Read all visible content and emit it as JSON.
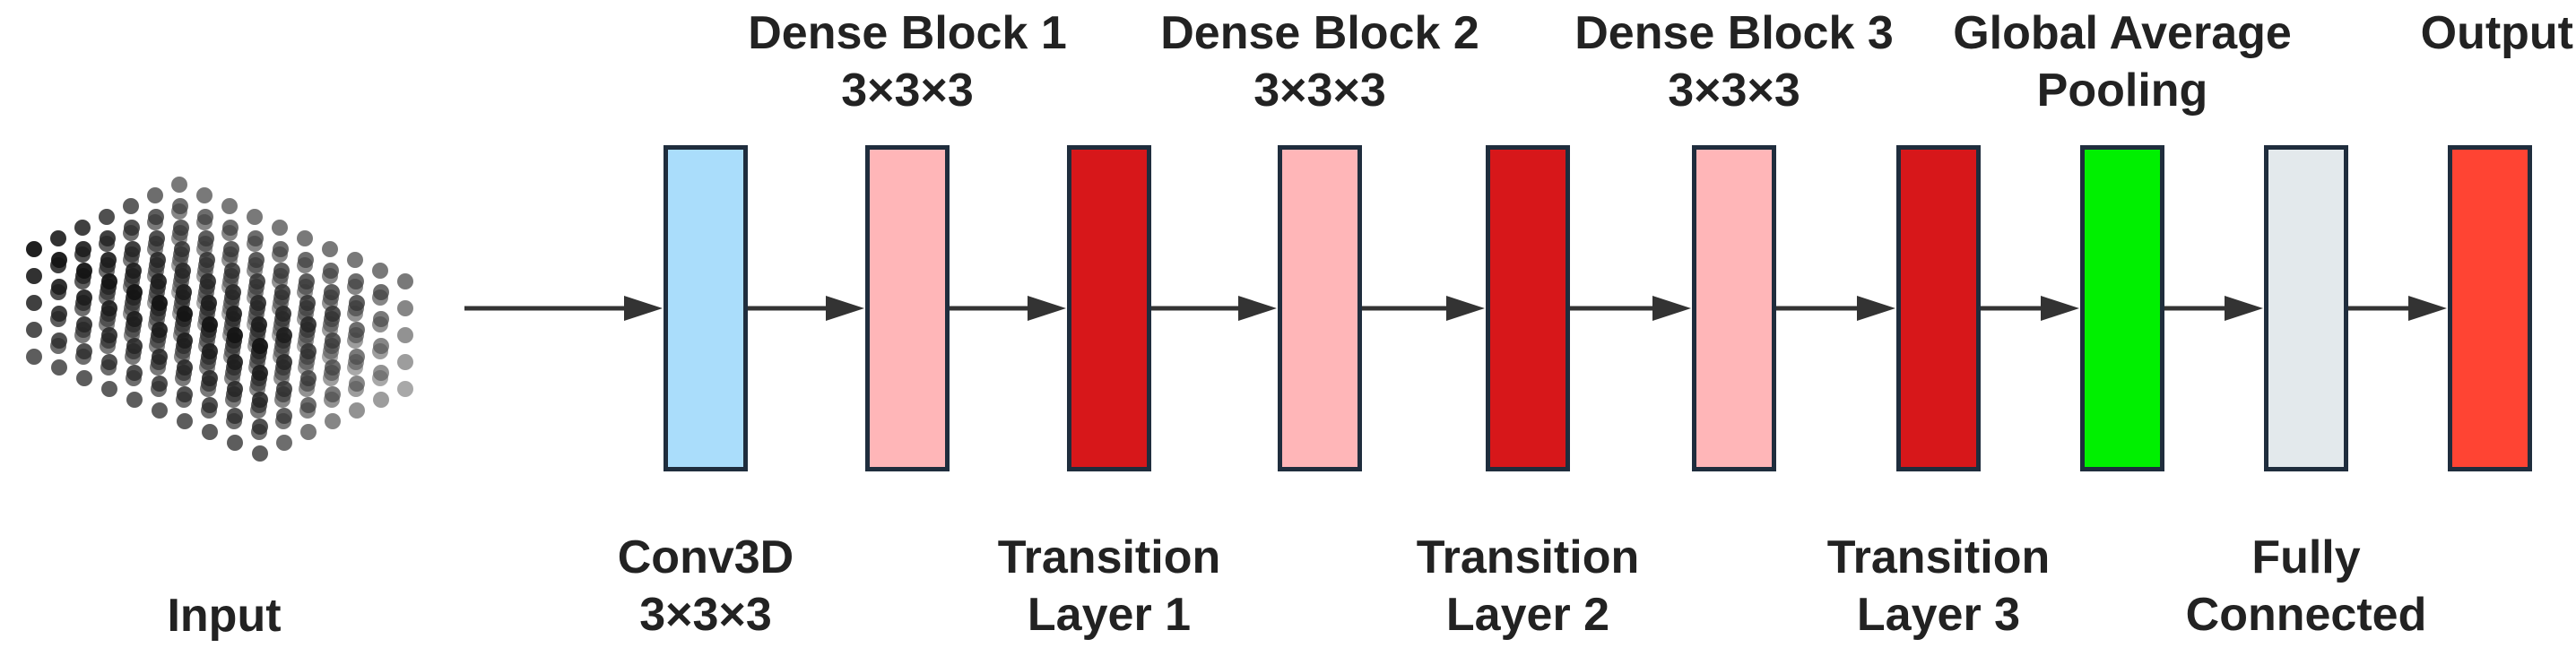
{
  "input": {
    "label": "Input"
  },
  "blocks": [
    {
      "id": "conv3d",
      "name": [
        "Conv3D",
        "3×3×3"
      ],
      "label_position": "bottom",
      "color": "#AADDFB"
    },
    {
      "id": "dense1",
      "name": [
        "Dense Block 1",
        "3×3×3"
      ],
      "label_position": "top",
      "color": "#FFB6B8"
    },
    {
      "id": "transition1",
      "name": [
        "Transition",
        "Layer 1"
      ],
      "label_position": "bottom",
      "color": "#D7171A"
    },
    {
      "id": "dense2",
      "name": [
        "Dense Block 2",
        "3×3×3"
      ],
      "label_position": "top",
      "color": "#FFB6B8"
    },
    {
      "id": "transition2",
      "name": [
        "Transition",
        "Layer 2"
      ],
      "label_position": "bottom",
      "color": "#D7171A"
    },
    {
      "id": "dense3",
      "name": [
        "Dense Block 3",
        "3×3×3"
      ],
      "label_position": "top",
      "color": "#FFB6B8"
    },
    {
      "id": "transition3",
      "name": [
        "Transition",
        "Layer 3"
      ],
      "label_position": "bottom",
      "color": "#D7171A"
    },
    {
      "id": "gap",
      "name": [
        "Global Average",
        "Pooling"
      ],
      "label_position": "top",
      "color": "#00F000"
    },
    {
      "id": "fc",
      "name": [
        "Fully",
        "Connected"
      ],
      "label_position": "bottom",
      "color": "#E3E9EC"
    },
    {
      "id": "output",
      "name": [
        "Output"
      ],
      "label_position": "top",
      "color": "#FF4433"
    }
  ]
}
